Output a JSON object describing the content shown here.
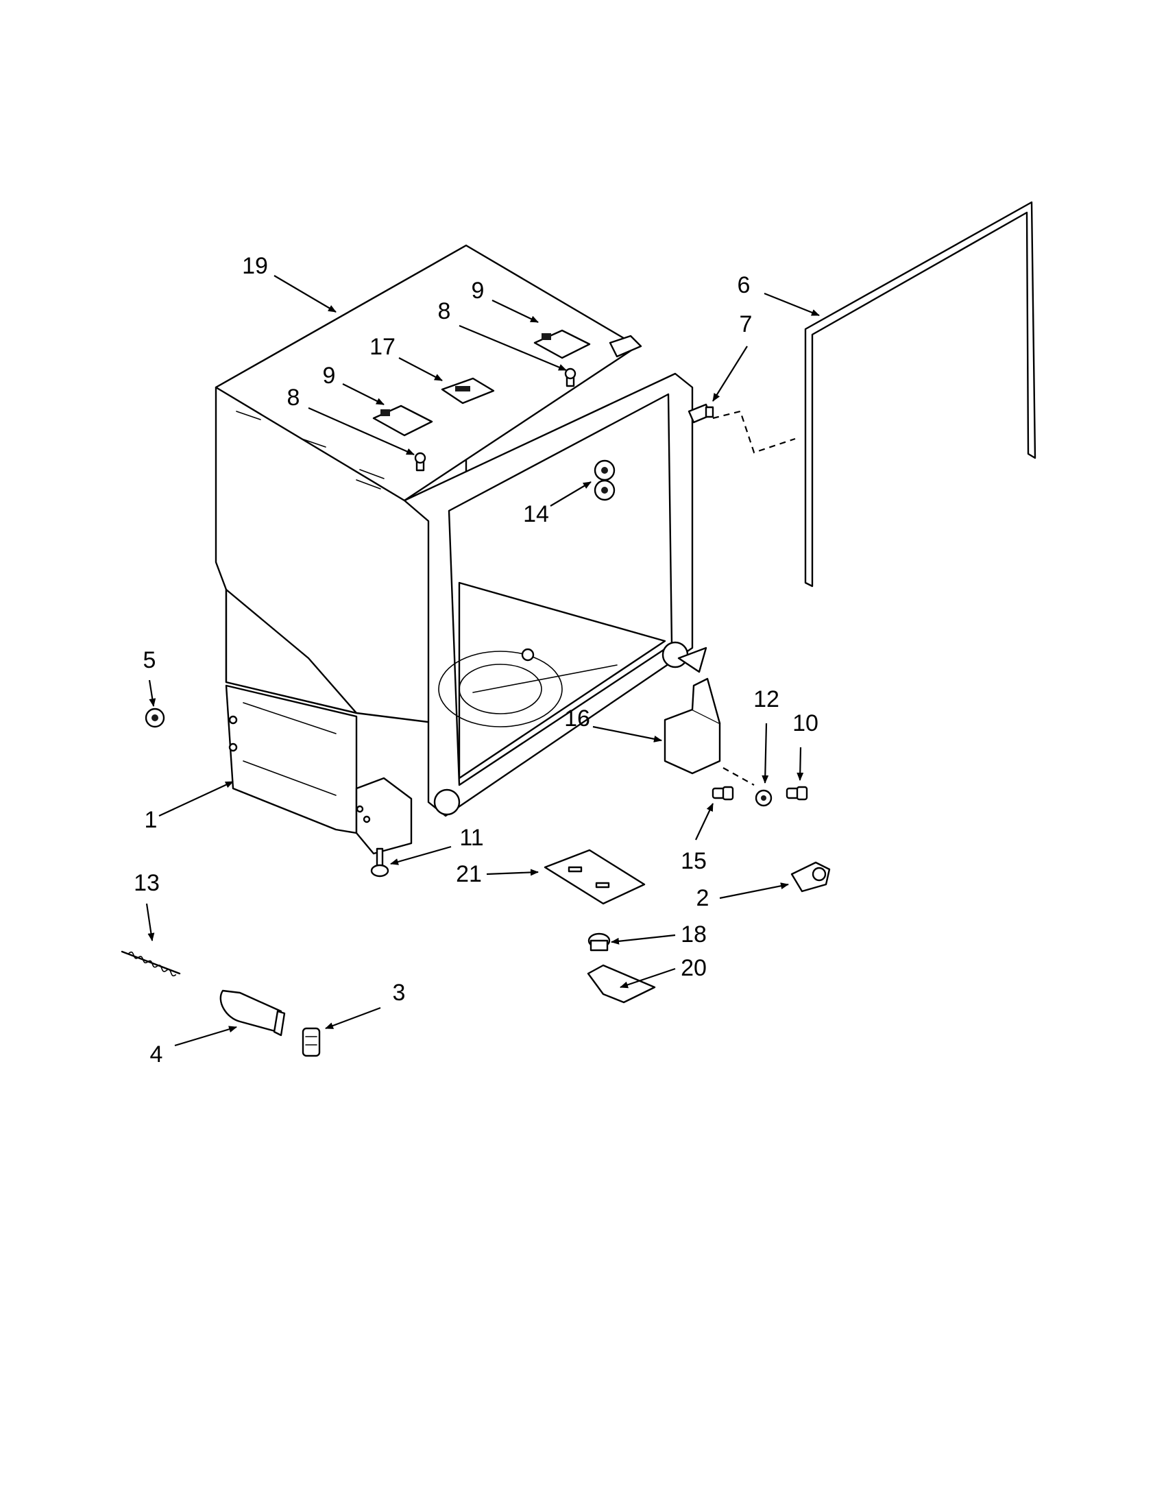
{
  "callouts": [
    {
      "id": "p1",
      "label": "1"
    },
    {
      "id": "p2",
      "label": "2"
    },
    {
      "id": "p3",
      "label": "3"
    },
    {
      "id": "p4",
      "label": "4"
    },
    {
      "id": "p5",
      "label": "5"
    },
    {
      "id": "p6",
      "label": "6"
    },
    {
      "id": "p7",
      "label": "7"
    },
    {
      "id": "p8a",
      "label": "8"
    },
    {
      "id": "p8b",
      "label": "8"
    },
    {
      "id": "p9a",
      "label": "9"
    },
    {
      "id": "p9b",
      "label": "9"
    },
    {
      "id": "p10",
      "label": "10"
    },
    {
      "id": "p11",
      "label": "11"
    },
    {
      "id": "p12",
      "label": "12"
    },
    {
      "id": "p13",
      "label": "13"
    },
    {
      "id": "p14",
      "label": "14"
    },
    {
      "id": "p15",
      "label": "15"
    },
    {
      "id": "p16",
      "label": "16"
    },
    {
      "id": "p17",
      "label": "17"
    },
    {
      "id": "p18",
      "label": "18"
    },
    {
      "id": "p19",
      "label": "19"
    },
    {
      "id": "p20",
      "label": "20"
    },
    {
      "id": "p21",
      "label": "21"
    }
  ]
}
